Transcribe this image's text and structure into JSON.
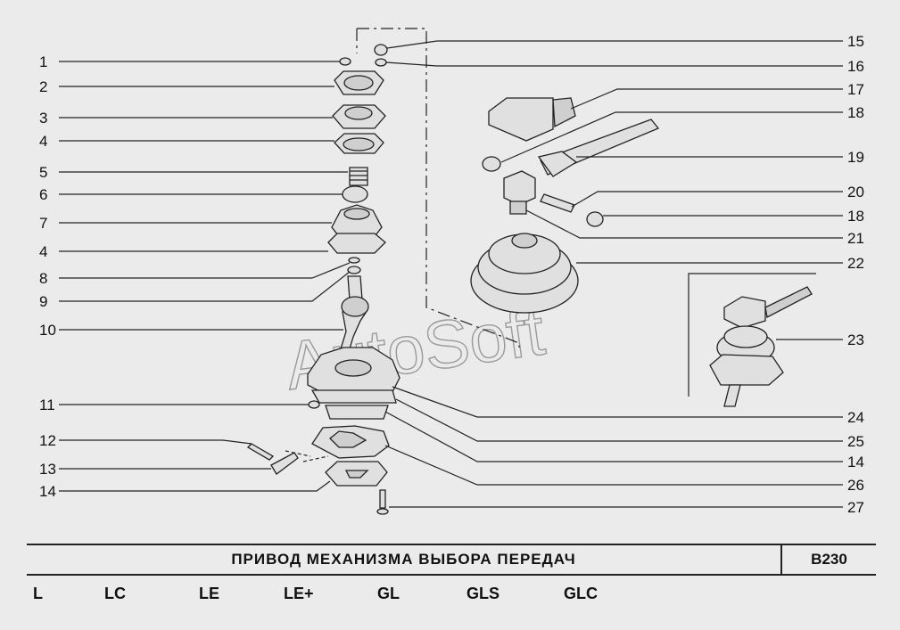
{
  "title": "ПРИВОД МЕХАНИЗМА ВЫБОРА ПЕРЕДАЧ",
  "code": "B230",
  "watermark": "AutoSoft",
  "labels": [
    "1",
    "2",
    "3",
    "4",
    "5",
    "6",
    "7",
    "4",
    "8",
    "9",
    "10",
    "11",
    "12",
    "13",
    "14",
    "15",
    "16",
    "17",
    "18",
    "19",
    "20",
    "18",
    "21",
    "22",
    "23",
    "24",
    "25",
    "14",
    "26",
    "27"
  ],
  "trims": [
    "L",
    "LC",
    "LE",
    "LE+",
    "GL",
    "GLS",
    "GLC"
  ]
}
